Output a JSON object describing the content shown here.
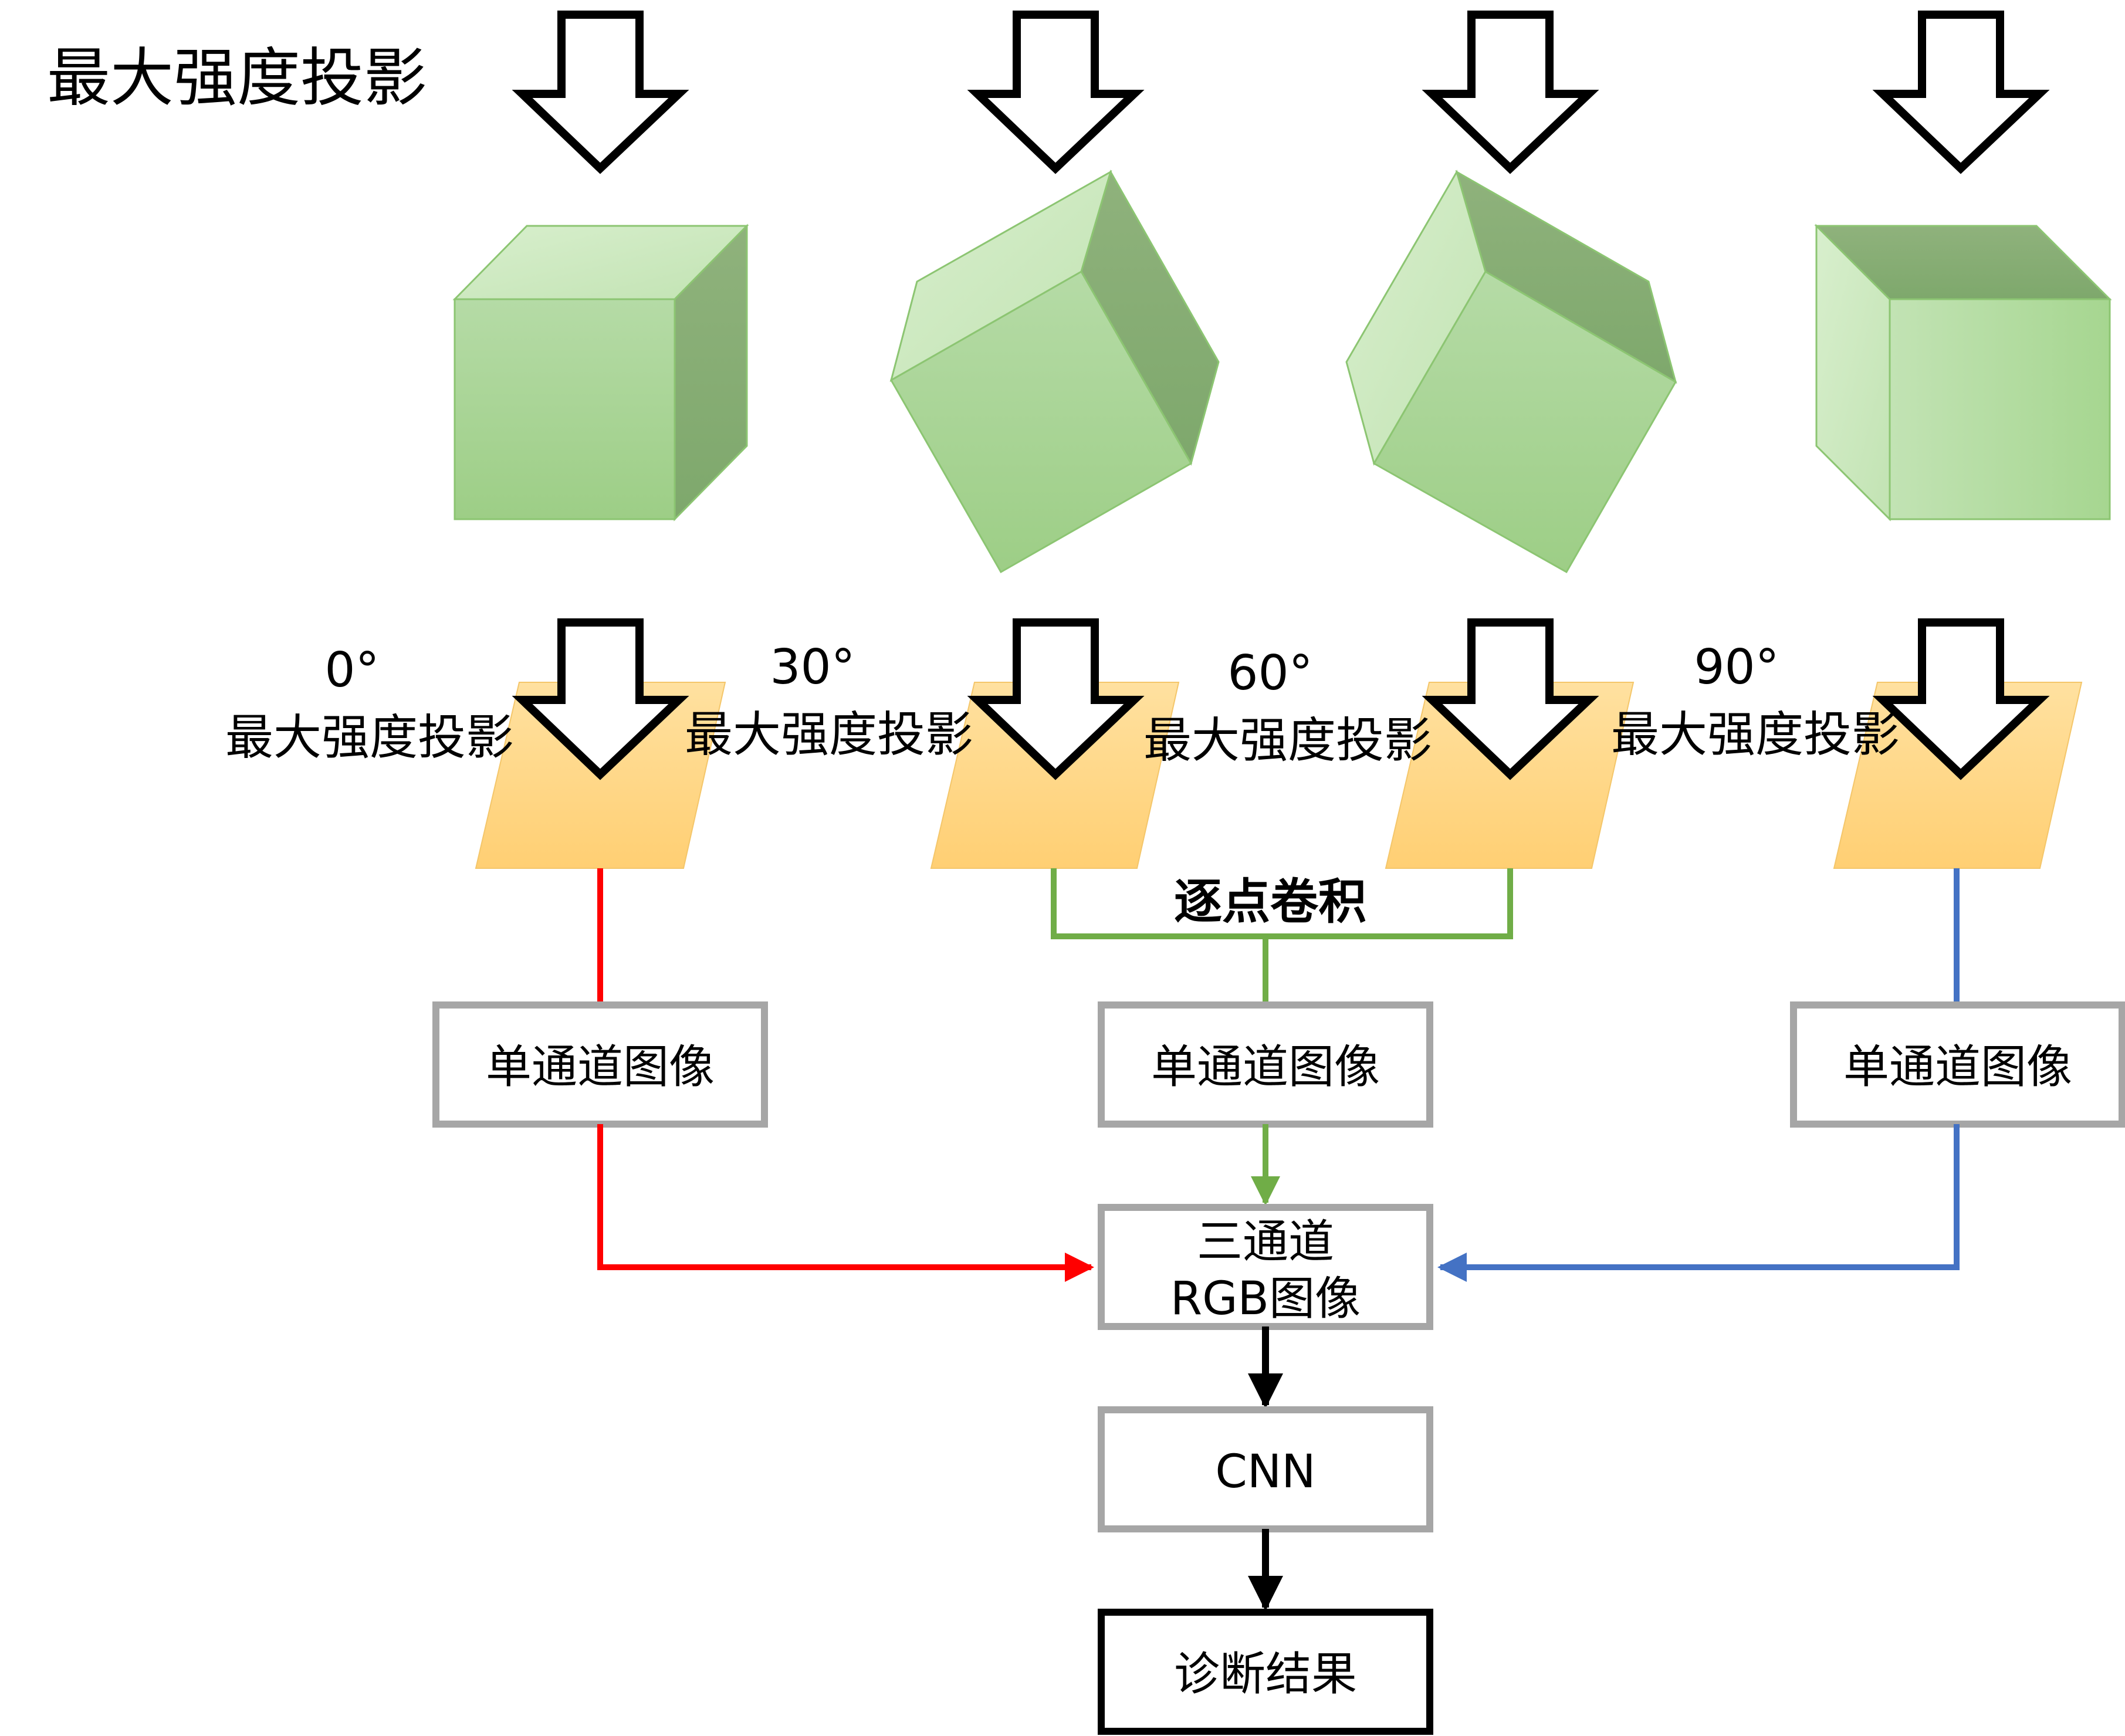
{
  "title": "最大强度投影",
  "projections": [
    {
      "angle": "0°",
      "label": "最大强度投影"
    },
    {
      "angle": "30°",
      "label": "最大强度投影"
    },
    {
      "angle": "60°",
      "label": "最大强度投影"
    },
    {
      "angle": "90°",
      "label": "最大强度投影"
    }
  ],
  "pointwise_conv": "逐点卷积",
  "single_channel": [
    "单通道图像",
    "单通道图像",
    "单通道图像"
  ],
  "three_channel": {
    "line1": "三通道",
    "line2": "RGB图像"
  },
  "cnn": "CNN",
  "result": "诊断结果",
  "colors": {
    "red": "#ff0000",
    "green": "#70ad47",
    "blue": "#4472c4",
    "cube_green": "#a9d18e",
    "projection_orange": "#ffd17a",
    "box_gray": "#a6a6a6"
  }
}
